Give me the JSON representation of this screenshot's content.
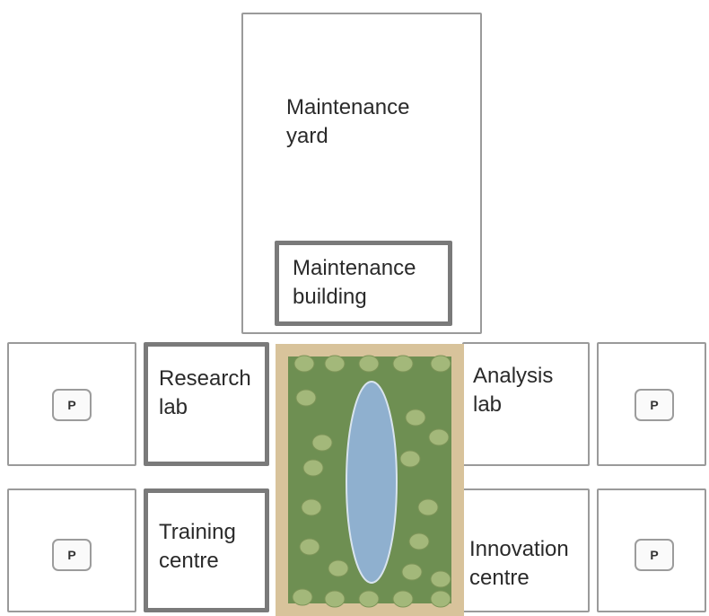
{
  "buildings": {
    "maintenance_yard": "Maintenance\nyard",
    "maintenance_building": "Maintenance\nbuilding",
    "research_lab": "Research\nlab",
    "analysis_lab": "Analysis\nlab",
    "training_centre": "Training\ncentre",
    "innovation_centre": "Innovation\ncentre"
  },
  "parking_label": "P",
  "colors": {
    "lawn": "#6e8f52",
    "path": "#d8c39b",
    "pond": "#8fb0cf",
    "tree": "#a3b87a"
  },
  "icons": [
    "parking-icon",
    "tree-icon",
    "pond-icon"
  ]
}
